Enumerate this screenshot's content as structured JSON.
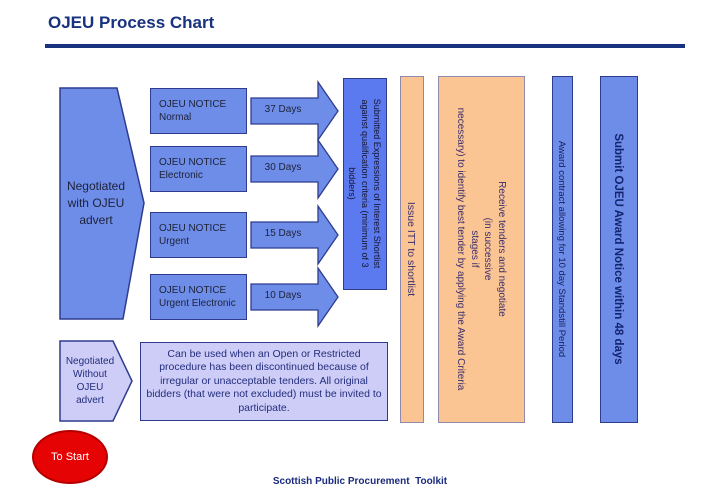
{
  "slide": {
    "title": "OJEU Process Chart",
    "footer": "Scottish Public Procurement  Toolkit"
  },
  "colors": {
    "navy": "#17327E",
    "shape_blue": "#6D8DE8",
    "bar_blue_vivid": "#5C7AF0",
    "peach": "#FBC493",
    "peach_border": "#9189AE",
    "lavender": "#CECDF7",
    "red": "#E60303"
  },
  "start_shapes": {
    "with_advert": "Negotiated\nwith OJEU\nadvert",
    "without_advert": "Negotiated\nWithout\nOJEU\nadvert"
  },
  "notices": [
    {
      "label": "OJEU NOTICE\nNormal",
      "days": "37 Days"
    },
    {
      "label": "OJEU NOTICE\nElectronic",
      "days": "30 Days"
    },
    {
      "label": "OJEU NOTICE\nUrgent",
      "days": "15 Days"
    },
    {
      "label": "OJEU NOTICE\nUrgent Electronic",
      "days": "10 Days"
    }
  ],
  "stages": [
    {
      "name": "shortlist",
      "text": "Submitted Expressions of Interest Shortlist\nagainst qualification criteria (minimum of 3\nbidders)"
    },
    {
      "name": "issue_itt",
      "text": "Issue ITT to shortlist"
    },
    {
      "name": "receive_tenders",
      "text": "Receive tenders and negotiate\n(in successive\nstages if\nnecessary) to identify best tender by applying the Award Criteria"
    },
    {
      "name": "award_contract",
      "text": "Award contract allowing for 10 day Standstill Period"
    },
    {
      "name": "submit_notice",
      "text": "Submit OJEU Award Notice within 48 days"
    }
  ],
  "note": "Can be used when an Open or Restricted procedure  has been discontinued because of irregular or unacceptable tenders. All original bidders (that were not excluded) must be invited to participate.",
  "start_button": "To Start"
}
